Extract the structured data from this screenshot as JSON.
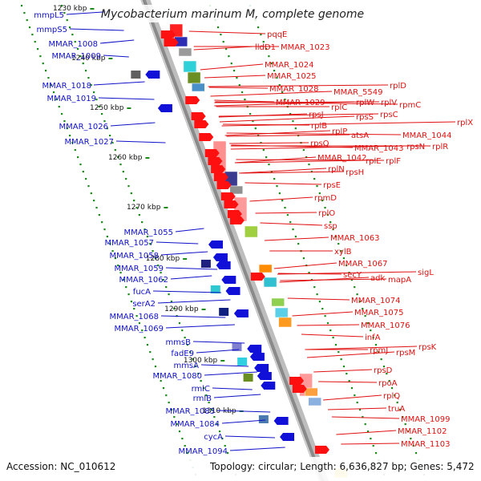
{
  "title": "Mycobacterium marinum M, complete genome",
  "footer": {
    "accession": "Accession: NC_010612",
    "summary": "Topology: circular; Length: 6,636,827 bp; Genes: 5,472"
  },
  "kbp_ticks": [
    "1230 kbp",
    "1240 kbp",
    "1250 kbp",
    "1260 kbp",
    "1270 kbp",
    "1280 kbp",
    "1290 kbp",
    "1300 kbp",
    "1310 kbp"
  ],
  "left_labels": [
    "mmpL5",
    "mmpS5",
    "MMAR_1008",
    "MMAR_1009",
    "MMAR_1018",
    "MMAR_1019",
    "MMAR_1026",
    "MMAR_1027",
    "MMAR_1055",
    "MMAR_1057",
    "MMAR_1058",
    "MMAR_1059",
    "MMAR_1062",
    "fucA",
    "serA2",
    "MMAR_1068",
    "MMAR_1069",
    "mmsB",
    "fadE9",
    "mmsA",
    "MMAR_1080",
    "rmlC",
    "rmlB",
    "MMAR_1083",
    "MMAR_1084",
    "cycA",
    "MMAR_1094"
  ],
  "right_labels": [
    "pqqE",
    "lldD1",
    "MMAR_1023",
    "MMAR_1024",
    "MMAR_1025",
    "MMAR_1028",
    "MMAR_5549",
    "rplD",
    "MMAR_1029",
    "rplW",
    "rplV",
    "rpmC",
    "rpsJ",
    "rplC",
    "rpsS",
    "rpsC",
    "rplB",
    "rplP",
    "atsA",
    "MMAR_1044",
    "rplX",
    "rpsQ",
    "MMAR_1043",
    "rpsN",
    "rplR",
    "MMAR_1042",
    "rplE",
    "rplF",
    "rplN",
    "rpsH",
    "rpsE",
    "rpmD",
    "rplO",
    "ssp",
    "MMAR_1063",
    "xylB",
    "MMAR_1067",
    "sigL",
    "secY",
    "adk",
    "mapA",
    "MMAR_1074",
    "MMAR_1075",
    "MMAR_1076",
    "infA",
    "rpsK",
    "rpmJ",
    "rpsM",
    "rpsD",
    "rpoA",
    "rplQ",
    "truA",
    "MMAR_1099",
    "MMAR_1102",
    "MMAR_1103"
  ],
  "colors": {
    "left_genes": "#1010c8",
    "right_genes": "#e01010",
    "backbone": "#8a8a8a",
    "tick_dots": "#1a8a1a"
  }
}
